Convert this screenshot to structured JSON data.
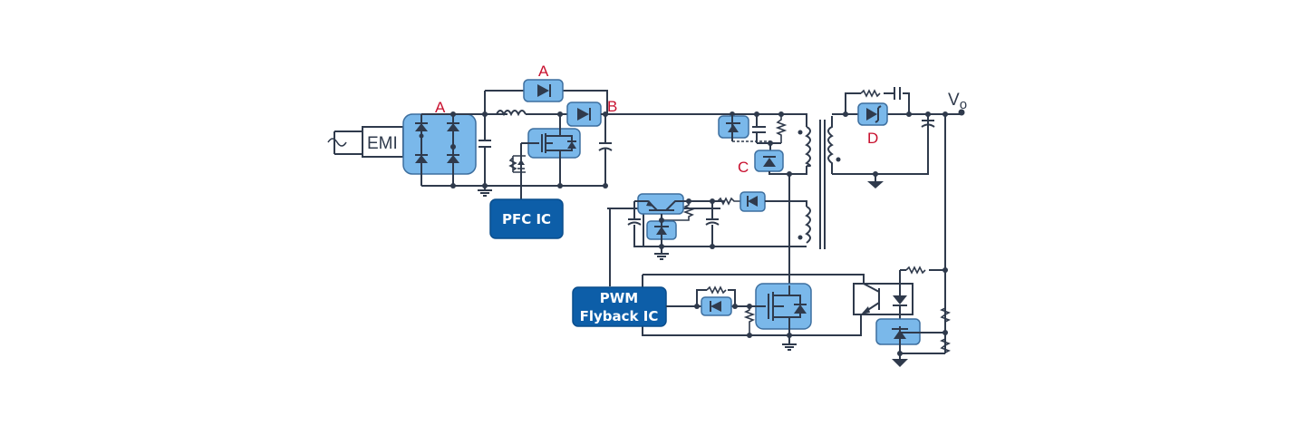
{
  "diagram": {
    "title": "PFC + PWM Flyback power supply block schematic",
    "blocks": {
      "emi": "EMI",
      "pfc_ic": "PFC IC",
      "pwm_ic_line1": "PWM",
      "pwm_ic_line2": "Flyback IC"
    },
    "labels": {
      "bridge_marker": "A",
      "bypass_marker": "A",
      "boost_diode_marker": "B",
      "clamp_diode_marker": "C",
      "output_rectifier_marker": "D",
      "output_voltage": "V",
      "output_voltage_sub": "o"
    },
    "icons": {
      "ac_source": "ac-source-icon",
      "ground": "ground-icon",
      "diode": "diode-icon",
      "zener": "zener-icon",
      "mosfet": "mosfet-icon",
      "transformer": "transformer-icon",
      "optocoupler": "optocoupler-icon"
    },
    "colors": {
      "highlight_fill": "#7ab8ea",
      "ic_fill": "#0d5ea8",
      "marker_red": "#c8102e",
      "wire": "#2f3a4c"
    }
  }
}
